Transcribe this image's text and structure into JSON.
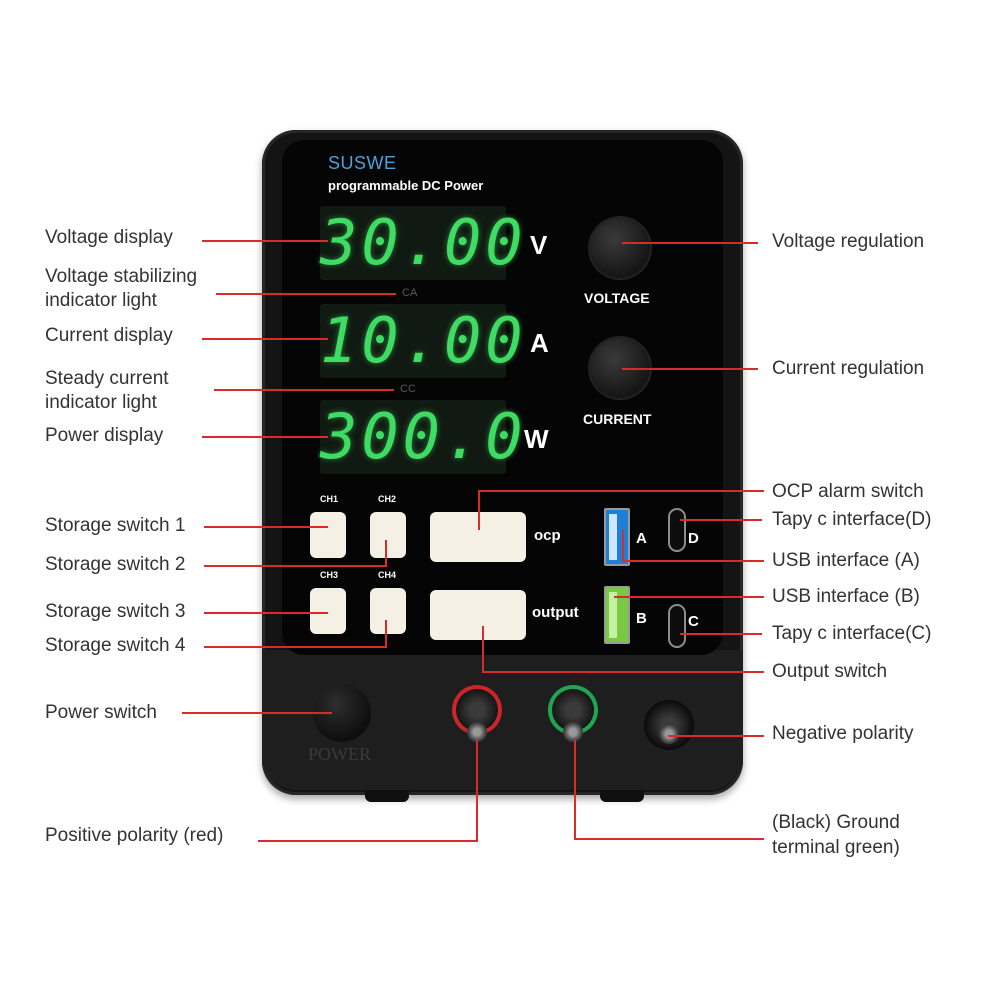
{
  "device": {
    "brand": "SUSWE",
    "subtitle": "programmable DC Power",
    "voltage_reading": "30.00",
    "current_reading": "10.00",
    "power_reading": "300.0",
    "unit_v": "V",
    "unit_a": "A",
    "unit_w": "W",
    "indicator_ca": "CA",
    "indicator_cc": "CC",
    "knob_voltage_label": "VOLTAGE",
    "knob_current_label": "CURRENT",
    "ch1": "CH1",
    "ch2": "CH2",
    "ch3": "CH3",
    "ch4": "CH4",
    "ocp_label": "ocp",
    "output_label": "output",
    "port_a": "A",
    "port_b": "B",
    "port_c": "C",
    "port_d": "D",
    "power_label": "POWER"
  },
  "callouts": {
    "voltage_display": "Voltage display",
    "voltage_stabilizing_1": "Voltage stabilizing",
    "voltage_stabilizing_2": "indicator light",
    "current_display": "Current display",
    "steady_current_1": "Steady current",
    "steady_current_2": "indicator light",
    "power_display": "Power display",
    "storage_1": "Storage switch 1",
    "storage_2": "Storage switch 2",
    "storage_3": "Storage switch 3",
    "storage_4": "Storage switch 4",
    "power_switch": "Power switch",
    "positive": "Positive polarity (red)",
    "voltage_regulation": "Voltage regulation",
    "current_regulation": "Current regulation",
    "ocp_alarm": "OCP alarm switch",
    "tapy_d": "Tapy c interface(D)",
    "usb_a": "USB interface (A)",
    "usb_b": "USB interface (B)",
    "tapy_c": "Tapy c interface(C)",
    "output_switch": "Output switch",
    "negative": "Negative polarity",
    "ground_1": "(Black) Ground",
    "ground_2": "terminal green)"
  },
  "colors": {
    "leader_line": "#d92b2b",
    "display_digits": "#3fdc63",
    "brand_text": "#4aa3df",
    "positive_ring": "#c8262a",
    "ground_ring": "#1fa553",
    "usb_a_insert": "#1e7fd6",
    "usb_b_insert": "#7ac943"
  }
}
